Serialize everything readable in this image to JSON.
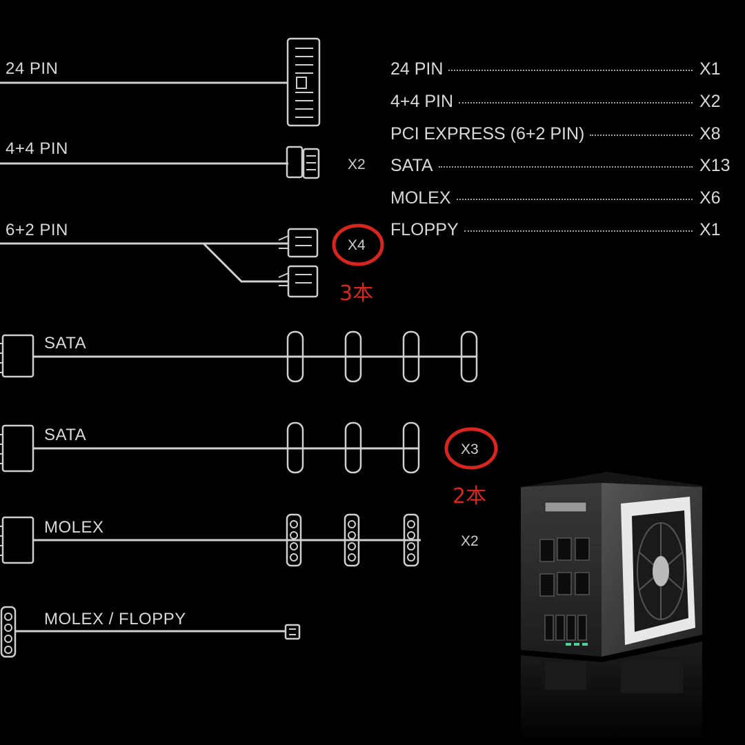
{
  "cables": [
    {
      "label": "24 PIN"
    },
    {
      "label": "4+4 PIN",
      "qty": "X2"
    },
    {
      "label": "6+2 PIN",
      "qty": "X4",
      "note": "3本"
    },
    {
      "label": "SATA"
    },
    {
      "label": "SATA",
      "qty": "X3",
      "note": "2本"
    },
    {
      "label": "MOLEX",
      "qty": "X2"
    },
    {
      "label": "MOLEX / FLOPPY"
    }
  ],
  "specs": [
    {
      "name": "24 PIN",
      "count": "X1"
    },
    {
      "name": "4+4 PIN",
      "count": "X2"
    },
    {
      "name": "PCI EXPRESS (6+2 PIN)",
      "count": "X8"
    },
    {
      "name": "SATA",
      "count": "X13"
    },
    {
      "name": "MOLEX",
      "count": "X6"
    },
    {
      "name": "FLOPPY",
      "count": "X1"
    }
  ],
  "colors": {
    "background": "#000000",
    "line": "#d0d0d0",
    "annotation": "#d8261e"
  }
}
